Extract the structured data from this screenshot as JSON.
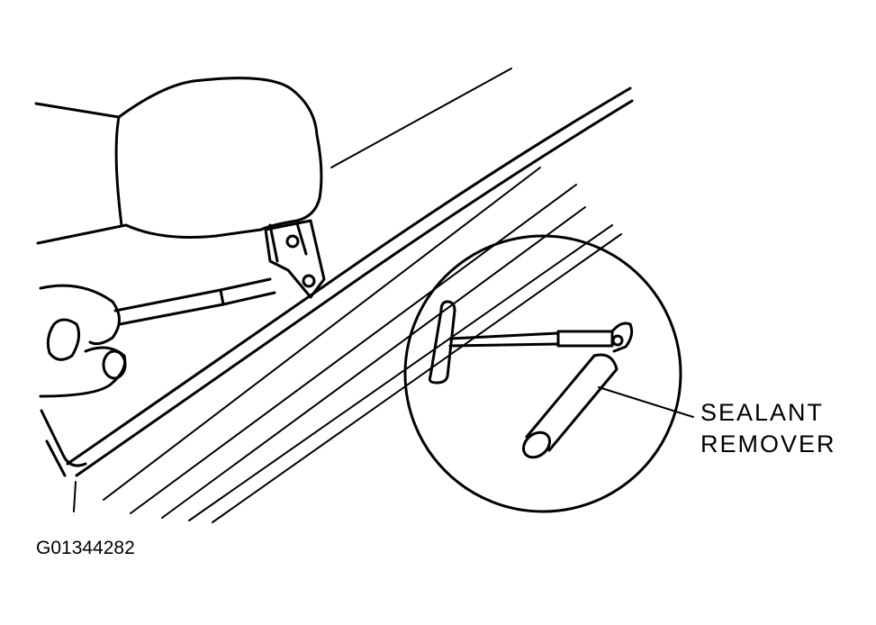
{
  "callout": {
    "line1": "SEALANT",
    "line2": "REMOVER"
  },
  "figure_code": "G01344282"
}
